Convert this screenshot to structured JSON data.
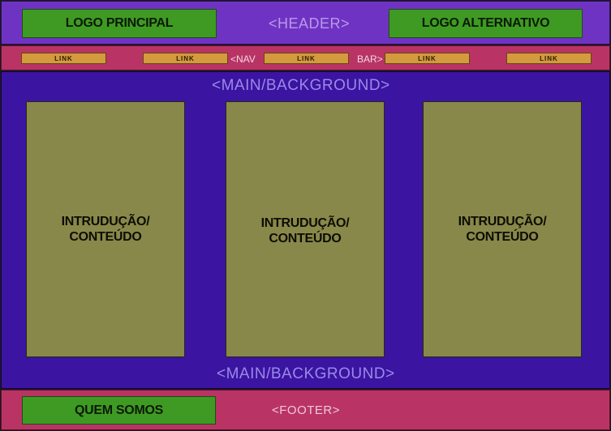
{
  "header": {
    "logo_main": "LOGO PRINCIPAL",
    "logo_alt": "LOGO ALTERNATIVO",
    "label": "<HEADER>"
  },
  "nav": {
    "links": [
      "LINK",
      "LINK",
      "LINK",
      "LINK",
      "LINK"
    ],
    "label_left": "<NAV",
    "label_right": "BAR>"
  },
  "main": {
    "label_top": "<MAIN/BACKGROUND>",
    "label_bottom": "<MAIN/BACKGROUND>",
    "cards": [
      "INTRUDUÇÃO/\nCONTEÚDO",
      "INTRUDUÇÃO/\nCONTEÚDO",
      "INTRUDUÇÃO/\nCONTEÚDO"
    ]
  },
  "footer": {
    "button": "QUEM SOMOS",
    "label": "<FOOTER>"
  },
  "colors": {
    "header_bg": "#6f33c4",
    "nav_bg": "#b93464",
    "main_bg": "#3b14a2",
    "logo_green": "#3f9a24",
    "link_orange": "#d39a3e",
    "card_olive": "#88884a"
  }
}
